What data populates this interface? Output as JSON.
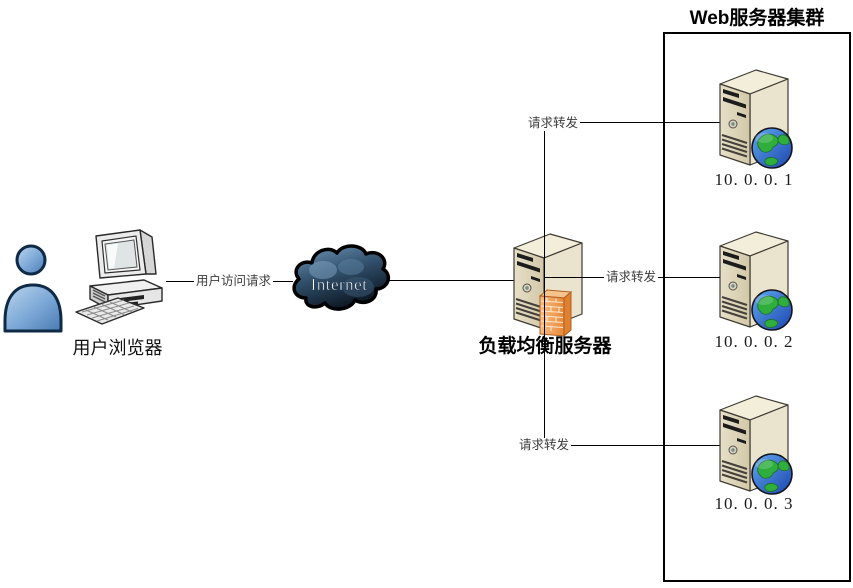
{
  "user": {
    "label": "用户浏览器"
  },
  "internet": {
    "label": "Internet"
  },
  "load_balancer": {
    "label": "负载均衡服务器"
  },
  "cluster": {
    "title": "Web服务器集群",
    "servers": [
      {
        "ip": "10. 0. 0. 1"
      },
      {
        "ip": "10. 0. 0. 2"
      },
      {
        "ip": "10. 0. 0. 3"
      }
    ]
  },
  "edges": {
    "user_request_label": "用户访问请求",
    "forward_labels": [
      "请求转发",
      "请求转发",
      "请求转发"
    ]
  },
  "colors": {
    "server_front": "#dcd3b6",
    "server_side": "#eae3cd",
    "server_top": "#f3eeda",
    "cloud_dark": "#0a141f",
    "cloud_light": "#6e93b5",
    "person_blue": "#5d8dc2",
    "firewall_orange": "#ef9b4e",
    "globe_ocean": "#2b62d9",
    "globe_land": "#2fae3e",
    "line": "#000000"
  }
}
